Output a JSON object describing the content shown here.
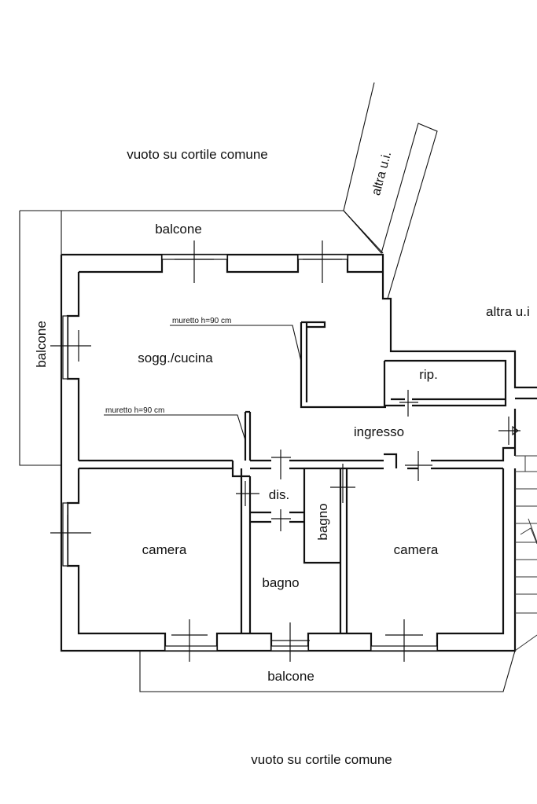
{
  "plan": {
    "labels": {
      "courtyard_top": "vuoto su cortile comune",
      "courtyard_bottom": "vuoto su cortile comune",
      "other_unit_diagonal": "altra u.i.",
      "other_unit_right": "altra u.i",
      "balcony_top": "balcone",
      "balcony_left": "balcone",
      "balcony_bottom": "balcone",
      "living_kitchen": "sogg./cucina",
      "low_wall_1": "muretto h=90 cm",
      "low_wall_2": "muretto h=90 cm",
      "storage": "rip.",
      "entrance": "ingresso",
      "hallway": "dis.",
      "bathroom_small": "bagno",
      "bathroom": "bagno",
      "bedroom_left": "camera",
      "bedroom_right": "camera"
    }
  }
}
